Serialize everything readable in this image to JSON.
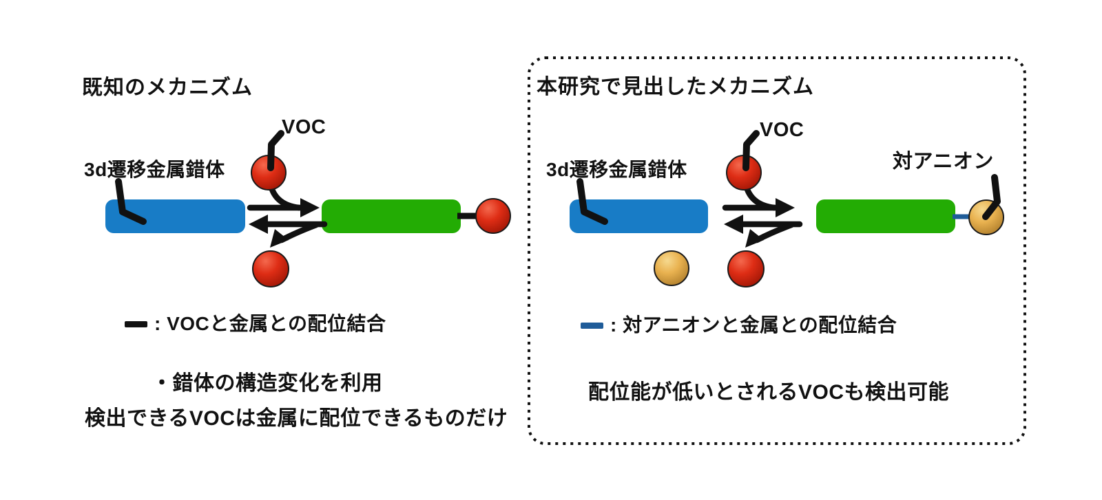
{
  "colors": {
    "complex_blue": "#187CC6",
    "complex_green": "#23AC04",
    "voc_red_light": "#F4694E",
    "voc_red_mid": "#DE2D15",
    "voc_red_dark": "#9E1505",
    "anion_gold_light": "#F6D98F",
    "anion_gold_mid": "#E9B250",
    "anion_gold_dark": "#AD7C2A",
    "voc_bond_black": "#111111",
    "anion_bond_blue": "#1F5C99",
    "arrow_black": "#111111",
    "outline_black": "#1A1A1A",
    "border_black": "#111111"
  },
  "left_panel": {
    "title": "既知のメカニズム",
    "complex_label": "3d遷移金属錯体",
    "voc_label": "VOC",
    "legend_text": ": VOCと金属との配位結合",
    "note_line1": "・錯体の構造変化を利用",
    "note_line2": "検出できるVOCは金属に配位できるものだけ"
  },
  "right_panel": {
    "title": "本研究で見出したメカニズム",
    "complex_label": "3d遷移金属錯体",
    "voc_label": "VOC",
    "counter_anion_label": "対アニオン",
    "legend_text": ": 対アニオンと金属との配位結合",
    "note_line1": "配位能が低いとされるVOCも検出可能"
  }
}
